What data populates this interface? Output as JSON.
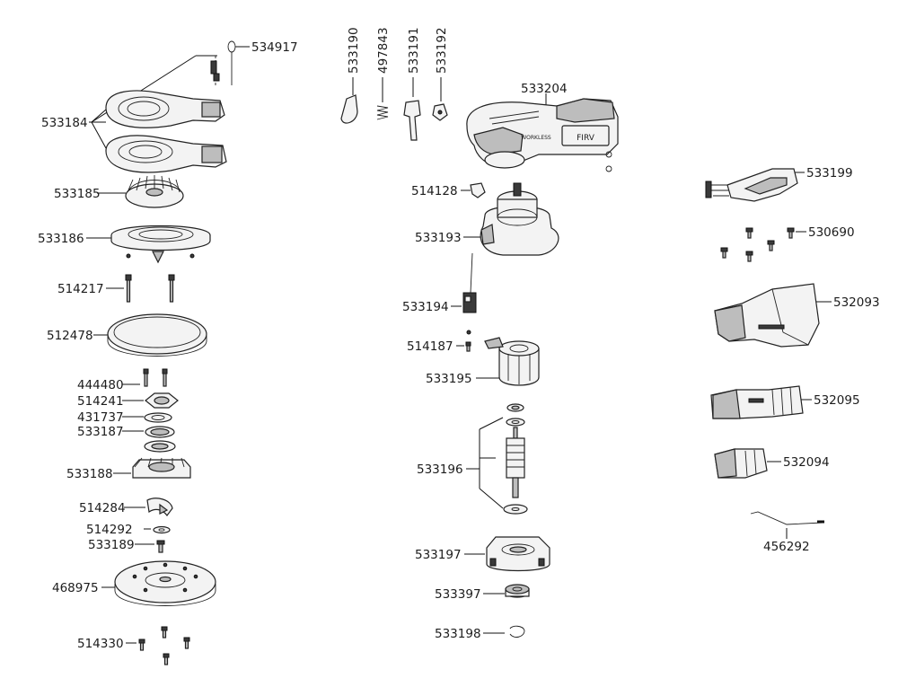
{
  "parts": {
    "p534917": "534917",
    "p533184": "533184",
    "p533185": "533185",
    "p533186": "533186",
    "p514217": "514217",
    "p512478": "512478",
    "p444480": "444480",
    "p514241": "514241",
    "p431737": "431737",
    "p533187": "533187",
    "p533188": "533188",
    "p514284": "514284",
    "p514292": "514292",
    "p533189": "533189",
    "p468975": "468975",
    "p514330": "514330",
    "p533190": "533190",
    "p497843": "497843",
    "p533191": "533191",
    "p533192": "533192",
    "p533204": "533204",
    "p514128": "514128",
    "p533193": "533193",
    "p533194": "533194",
    "p514187": "514187",
    "p533195": "533195",
    "p533196": "533196",
    "p533197": "533197",
    "p533397": "533397",
    "p533198": "533198",
    "p533199": "533199",
    "p530690": "530690",
    "p532093": "532093",
    "p532095": "532095",
    "p532094": "532094",
    "p456292": "456292"
  },
  "tool_brand": "WORKLESS",
  "battery_text": "FIRV"
}
